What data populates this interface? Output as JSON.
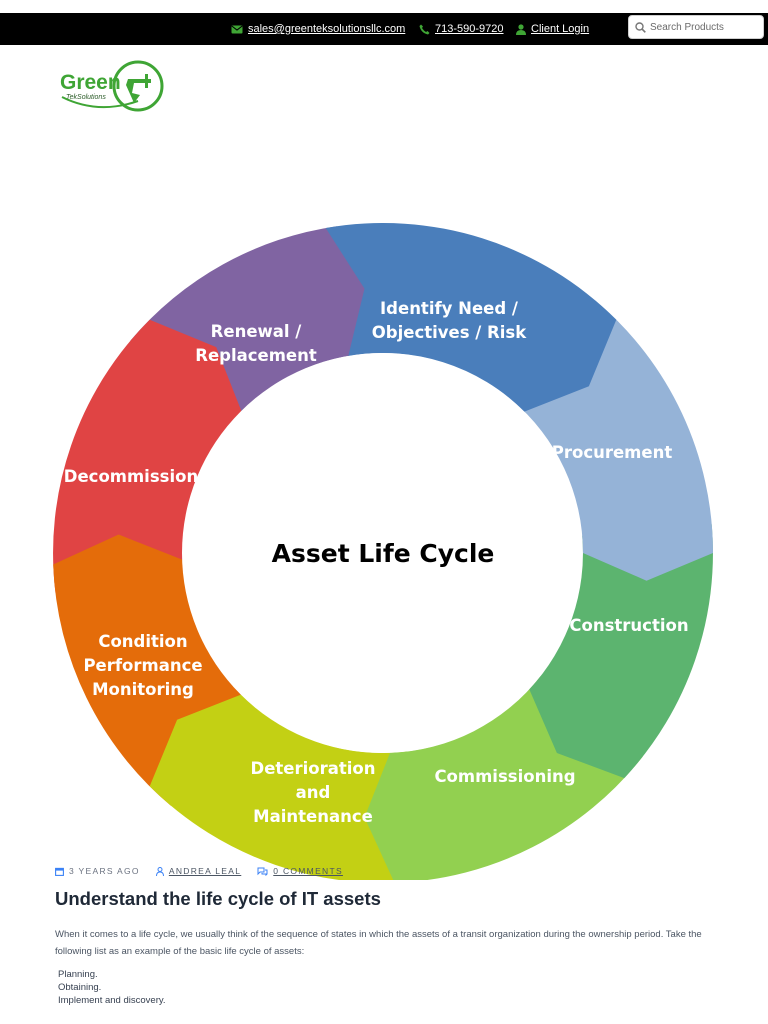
{
  "header": {
    "email": "sales@greenteksolutionsllc.com",
    "phone": "713-590-9720",
    "client_login": "Client Login",
    "search_placeholder": "Search Products"
  },
  "logo": {
    "word": "Green",
    "sub": "TekSolutions",
    "color": "#3fa535"
  },
  "chart_data": {
    "type": "diagram",
    "title": "Asset Life Cycle",
    "stages": [
      {
        "label": [
          "Identify Need /",
          "Objectives / Risk"
        ],
        "color": "#4a7ebb"
      },
      {
        "label": [
          "Procurement"
        ],
        "color": "#95b3d7"
      },
      {
        "label": [
          "Construction"
        ],
        "color": "#5cb46f"
      },
      {
        "label": [
          "Commissioning"
        ],
        "color": "#92d050"
      },
      {
        "label": [
          "Deterioration",
          "and",
          "Maintenance"
        ],
        "color": "#c3d014"
      },
      {
        "label": [
          "Condition",
          "Performance",
          "Monitoring"
        ],
        "color": "#e46c0a"
      },
      {
        "label": [
          "Decommission"
        ],
        "color": "#e04444"
      },
      {
        "label": [
          "Renewal /",
          "Replacement"
        ],
        "color": "#8064a2"
      }
    ]
  },
  "post": {
    "date": "3 YEARS AGO",
    "author": "ANDREA LEAL",
    "comments": "0 COMMENTS",
    "title": "Understand the life cycle of IT assets",
    "intro": "When it comes to a life cycle, we usually think of the sequence of states in which the assets of a transit organization during the ownership period. Take the following list as an example of the basic life cycle of assets:",
    "list": [
      "Planning.",
      "Obtaining.",
      "Implement and discovery."
    ]
  }
}
